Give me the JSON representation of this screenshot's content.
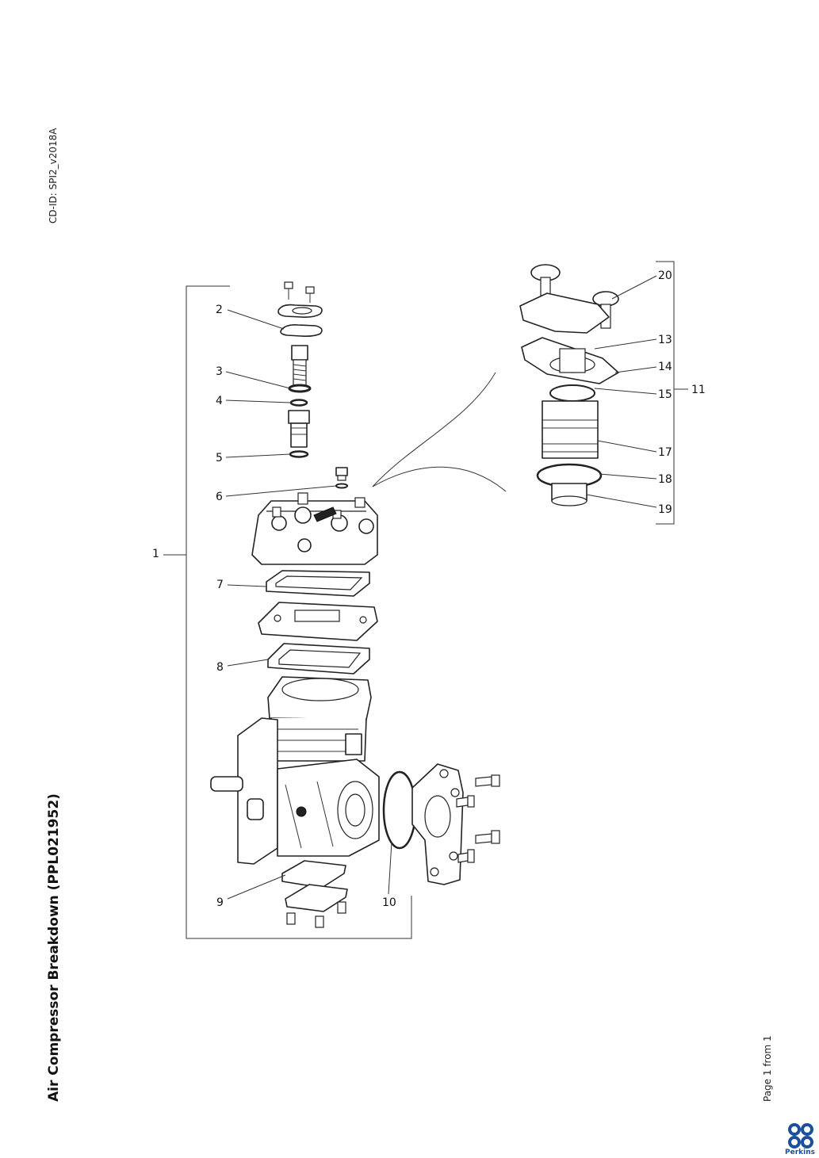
{
  "document": {
    "cd_id": "CD-ID: SPI2_v2018A",
    "title": "Air Compressor Breakdown (PPL021952)",
    "page_label": "Page 1 from 1",
    "brand": "Perkins"
  },
  "callouts": {
    "c1": "1",
    "c2": "2",
    "c3": "3",
    "c4": "4",
    "c5": "5",
    "c6": "6",
    "c7": "7",
    "c8": "8",
    "c9": "9",
    "c10": "10",
    "c11": "11",
    "c13": "13",
    "c14": "14",
    "c15": "15",
    "c17": "17",
    "c18": "18",
    "c19": "19",
    "c20": "20"
  },
  "colors": {
    "brand_blue": "#1a4f9c",
    "line": "#333333"
  }
}
